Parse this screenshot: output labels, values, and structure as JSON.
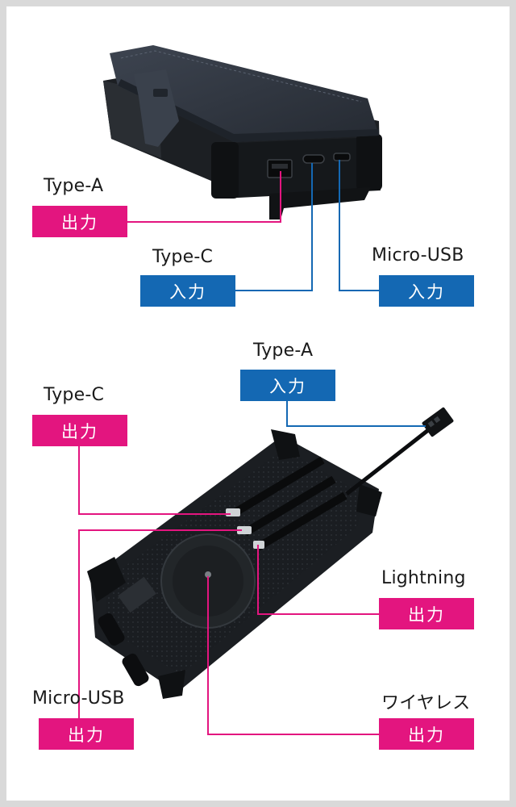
{
  "colors": {
    "output": "#e3157f",
    "input": "#1468b3",
    "device": "#1f2226",
    "cover": "#2f3540"
  },
  "top_figure": {
    "type_a": {
      "title": "Type-A",
      "badge": "出力"
    },
    "type_c": {
      "title": "Type-C",
      "badge": "入力"
    },
    "micro_usb": {
      "title": "Micro-USB",
      "badge": "入力"
    }
  },
  "bottom_figure": {
    "type_a": {
      "title": "Type-A",
      "badge": "入力"
    },
    "type_c": {
      "title": "Type-C",
      "badge": "出力"
    },
    "lightning": {
      "title": "Lightning",
      "badge": "出力"
    },
    "micro_usb": {
      "title": "Micro-USB",
      "badge": "出力"
    },
    "wireless": {
      "title": "ワイヤレス",
      "badge": "出力"
    }
  }
}
